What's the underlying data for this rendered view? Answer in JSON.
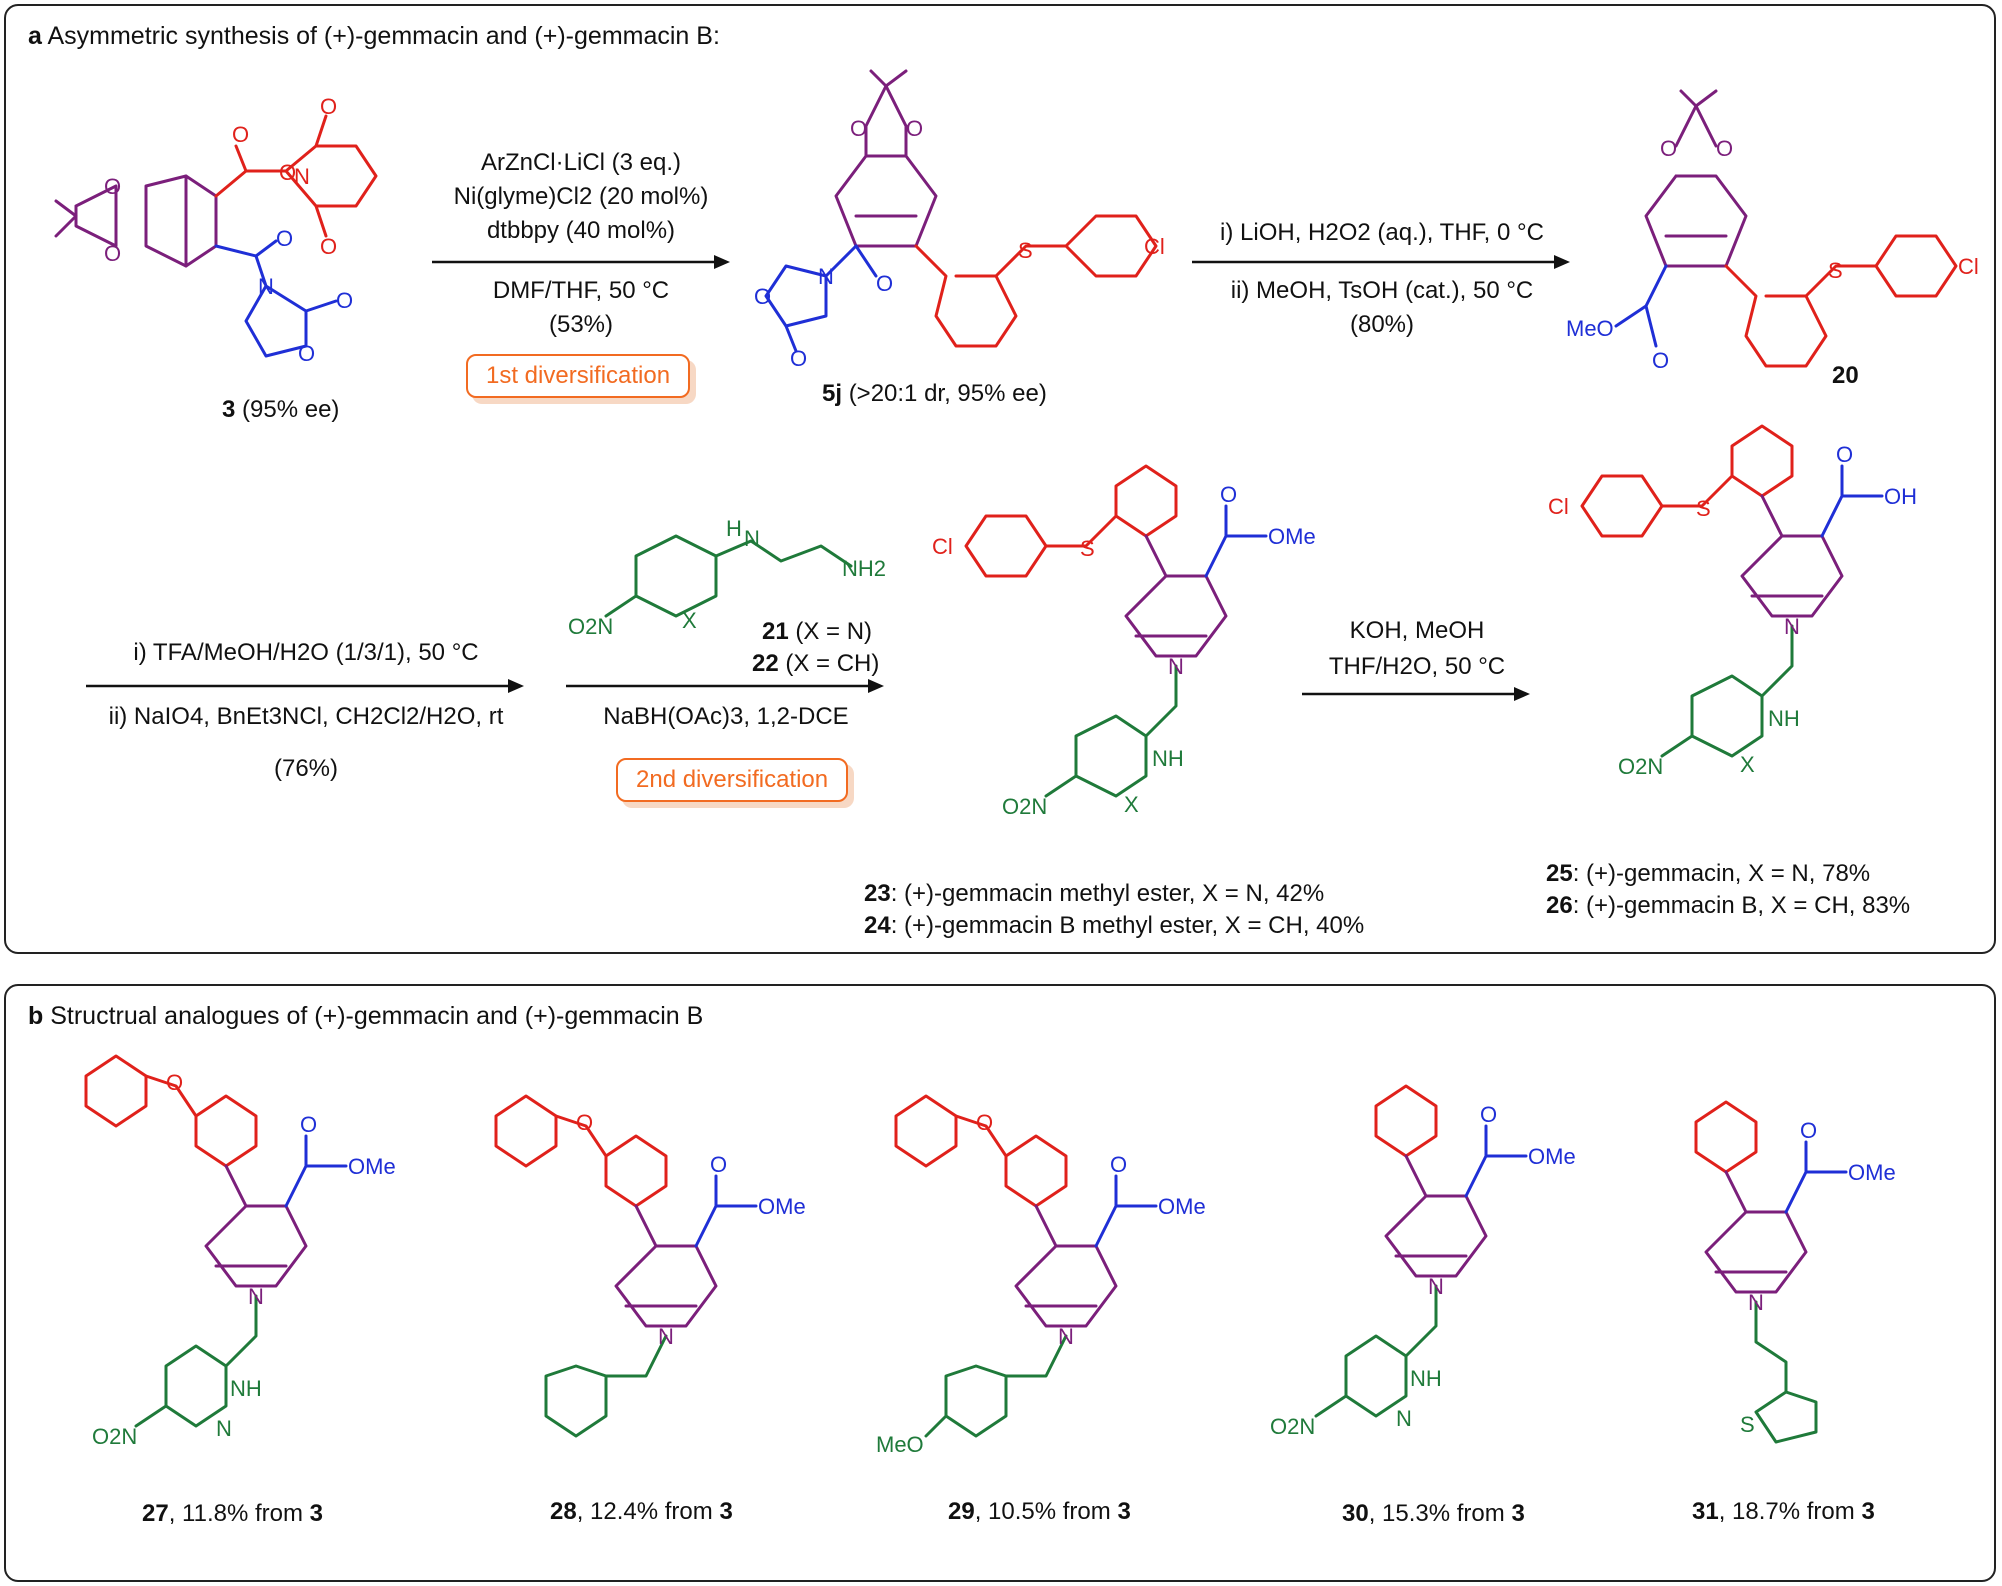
{
  "panel_a": {
    "label": "a",
    "title": "Asymmetric synthesis of (+)-gemmacin and (+)-gemmacin B:",
    "step1": {
      "line1": "ArZnCl·LiCl (3 eq.)",
      "line2": "Ni(glyme)Cl2 (20 mol%)",
      "line3": "dtbbpy (40 mol%)",
      "line4": "DMF/THF,  50 °C",
      "yield": "(53%)",
      "badge": "1st diversification"
    },
    "step2": {
      "line1": "i) LiOH, H2O2 (aq.), THF,  0 °C",
      "line2": "ii) MeOH, TsOH (cat.), 50 °C",
      "yield": "(80%)"
    },
    "step3": {
      "line1": "i) TFA/MeOH/H2O (1/3/1), 50 °C",
      "line2": "ii) NaIO4, BnEt3NCl, CH2Cl2/H2O, rt",
      "yield": "(76%)"
    },
    "step4": {
      "reagent21": "(X = N)",
      "reagent22": "(X = CH)",
      "id21": "21",
      "id22": "22",
      "line": "NaBH(OAc)3, 1,2-DCE",
      "badge": "2nd diversification"
    },
    "step5": {
      "line1": "KOH, MeOH",
      "line2": "THF/H2O, 50 °C"
    },
    "compounds": {
      "c3": {
        "id": "3",
        "desc": "(95% ee)"
      },
      "c5j": {
        "id": "5j",
        "desc": "(>20:1 dr, 95% ee)"
      },
      "c20": {
        "id": "20"
      },
      "c23": {
        "id": "23",
        "desc": ": (+)-gemmacin methyl ester, X = N, 42%"
      },
      "c24": {
        "id": "24",
        "desc": ": (+)-gemmacin B methyl ester, X = CH, 40%"
      },
      "c25": {
        "id": "25",
        "desc": ": (+)-gemmacin, X = N, 78%"
      },
      "c26": {
        "id": "26",
        "desc": ": (+)-gemmacin B, X = CH, 83%"
      }
    },
    "atoms": {
      "O": "O",
      "N": "N",
      "S": "S",
      "Cl": "Cl",
      "X": "X",
      "OMe": "OMe",
      "MeO": "MeO",
      "OH": "OH",
      "NH": "NH",
      "H": "H",
      "NH2": "NH2",
      "O2N": "O2N"
    }
  },
  "panel_b": {
    "label": "b",
    "title": "Structrual analogues of (+)-gemmacin and (+)-gemmacin B",
    "compounds": [
      {
        "id": "27",
        "desc": ", 11.8% from ",
        "ref": "3"
      },
      {
        "id": "28",
        "desc": ", 12.4% from ",
        "ref": "3"
      },
      {
        "id": "29",
        "desc": ", 10.5% from ",
        "ref": "3"
      },
      {
        "id": "30",
        "desc": ", 15.3% from ",
        "ref": "3"
      },
      {
        "id": "31",
        "desc": ", 18.7% from ",
        "ref": "3"
      }
    ]
  },
  "colors": {
    "aryl": "#e0211b",
    "core": "#7b1f7b",
    "ester": "#1f2fd6",
    "amine": "#1f7a3a",
    "badge": "#f26b21",
    "border": "#222222"
  }
}
